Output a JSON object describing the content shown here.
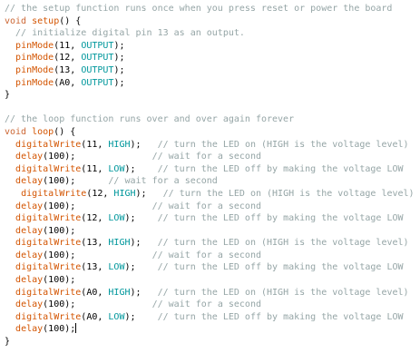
{
  "colors": {
    "background": "#ffffff",
    "comment": "#95a5a6",
    "keyword": "#cc6633",
    "function": "#d35400",
    "constant": "#00979c",
    "plain": "#000000"
  },
  "editor": {
    "cursor_line": 26,
    "lines": [
      [
        [
          "comment",
          "// the setup function runs once when you press reset or power the board"
        ]
      ],
      [
        [
          "keyword",
          "void"
        ],
        [
          "plain",
          " "
        ],
        [
          "function",
          "setup"
        ],
        [
          "plain",
          "() {"
        ]
      ],
      [
        [
          "comment",
          "  // initialize digital pin 13 as an output."
        ]
      ],
      [
        [
          "plain",
          "  "
        ],
        [
          "function",
          "pinMode"
        ],
        [
          "plain",
          "(11, "
        ],
        [
          "constant",
          "OUTPUT"
        ],
        [
          "plain",
          ");"
        ]
      ],
      [
        [
          "plain",
          "  "
        ],
        [
          "function",
          "pinMode"
        ],
        [
          "plain",
          "(12, "
        ],
        [
          "constant",
          "OUTPUT"
        ],
        [
          "plain",
          ");"
        ]
      ],
      [
        [
          "plain",
          "  "
        ],
        [
          "function",
          "pinMode"
        ],
        [
          "plain",
          "(13, "
        ],
        [
          "constant",
          "OUTPUT"
        ],
        [
          "plain",
          ");"
        ]
      ],
      [
        [
          "plain",
          "  "
        ],
        [
          "function",
          "pinMode"
        ],
        [
          "plain",
          "(A0, "
        ],
        [
          "constant",
          "OUTPUT"
        ],
        [
          "plain",
          ");"
        ]
      ],
      [
        [
          "plain",
          "}"
        ]
      ],
      [
        [
          "plain",
          ""
        ]
      ],
      [
        [
          "comment",
          "// the loop function runs over and over again forever"
        ]
      ],
      [
        [
          "keyword",
          "void"
        ],
        [
          "plain",
          " "
        ],
        [
          "function",
          "loop"
        ],
        [
          "plain",
          "() {"
        ]
      ],
      [
        [
          "plain",
          "  "
        ],
        [
          "function",
          "digitalWrite"
        ],
        [
          "plain",
          "(11, "
        ],
        [
          "constant",
          "HIGH"
        ],
        [
          "plain",
          ");   "
        ],
        [
          "comment",
          "// turn the LED on (HIGH is the voltage level)"
        ]
      ],
      [
        [
          "plain",
          "  "
        ],
        [
          "function",
          "delay"
        ],
        [
          "plain",
          "(100);              "
        ],
        [
          "comment",
          "// wait for a second"
        ]
      ],
      [
        [
          "plain",
          "  "
        ],
        [
          "function",
          "digitalWrite"
        ],
        [
          "plain",
          "(11, "
        ],
        [
          "constant",
          "LOW"
        ],
        [
          "plain",
          ");    "
        ],
        [
          "comment",
          "// turn the LED off by making the voltage LOW"
        ]
      ],
      [
        [
          "plain",
          "  "
        ],
        [
          "function",
          "delay"
        ],
        [
          "plain",
          "(100);      "
        ],
        [
          "comment",
          "// wait for a second"
        ]
      ],
      [
        [
          "plain",
          "   "
        ],
        [
          "function",
          "digitalWrite"
        ],
        [
          "plain",
          "(12, "
        ],
        [
          "constant",
          "HIGH"
        ],
        [
          "plain",
          ");   "
        ],
        [
          "comment",
          "// turn the LED on (HIGH is the voltage level)"
        ]
      ],
      [
        [
          "plain",
          "  "
        ],
        [
          "function",
          "delay"
        ],
        [
          "plain",
          "(100);              "
        ],
        [
          "comment",
          "// wait for a second"
        ]
      ],
      [
        [
          "plain",
          "  "
        ],
        [
          "function",
          "digitalWrite"
        ],
        [
          "plain",
          "(12, "
        ],
        [
          "constant",
          "LOW"
        ],
        [
          "plain",
          ");    "
        ],
        [
          "comment",
          "// turn the LED off by making the voltage LOW"
        ]
      ],
      [
        [
          "plain",
          "  "
        ],
        [
          "function",
          "delay"
        ],
        [
          "plain",
          "(100);"
        ]
      ],
      [
        [
          "plain",
          "  "
        ],
        [
          "function",
          "digitalWrite"
        ],
        [
          "plain",
          "(13, "
        ],
        [
          "constant",
          "HIGH"
        ],
        [
          "plain",
          ");   "
        ],
        [
          "comment",
          "// turn the LED on (HIGH is the voltage level)"
        ]
      ],
      [
        [
          "plain",
          "  "
        ],
        [
          "function",
          "delay"
        ],
        [
          "plain",
          "(100);              "
        ],
        [
          "comment",
          "// wait for a second"
        ]
      ],
      [
        [
          "plain",
          "  "
        ],
        [
          "function",
          "digitalWrite"
        ],
        [
          "plain",
          "(13, "
        ],
        [
          "constant",
          "LOW"
        ],
        [
          "plain",
          ");    "
        ],
        [
          "comment",
          "// turn the LED off by making the voltage LOW"
        ]
      ],
      [
        [
          "plain",
          "  "
        ],
        [
          "function",
          "delay"
        ],
        [
          "plain",
          "(100);"
        ]
      ],
      [
        [
          "plain",
          "  "
        ],
        [
          "function",
          "digitalWrite"
        ],
        [
          "plain",
          "(A0, "
        ],
        [
          "constant",
          "HIGH"
        ],
        [
          "plain",
          ");   "
        ],
        [
          "comment",
          "// turn the LED on (HIGH is the voltage level)"
        ]
      ],
      [
        [
          "plain",
          "  "
        ],
        [
          "function",
          "delay"
        ],
        [
          "plain",
          "(100);              "
        ],
        [
          "comment",
          "// wait for a second"
        ]
      ],
      [
        [
          "plain",
          "  "
        ],
        [
          "function",
          "digitalWrite"
        ],
        [
          "plain",
          "(A0, "
        ],
        [
          "constant",
          "LOW"
        ],
        [
          "plain",
          ");    "
        ],
        [
          "comment",
          "// turn the LED off by making the voltage LOW"
        ]
      ],
      [
        [
          "plain",
          "  "
        ],
        [
          "function",
          "delay"
        ],
        [
          "plain",
          "(100);"
        ]
      ],
      [
        [
          "plain",
          "}"
        ]
      ]
    ]
  }
}
